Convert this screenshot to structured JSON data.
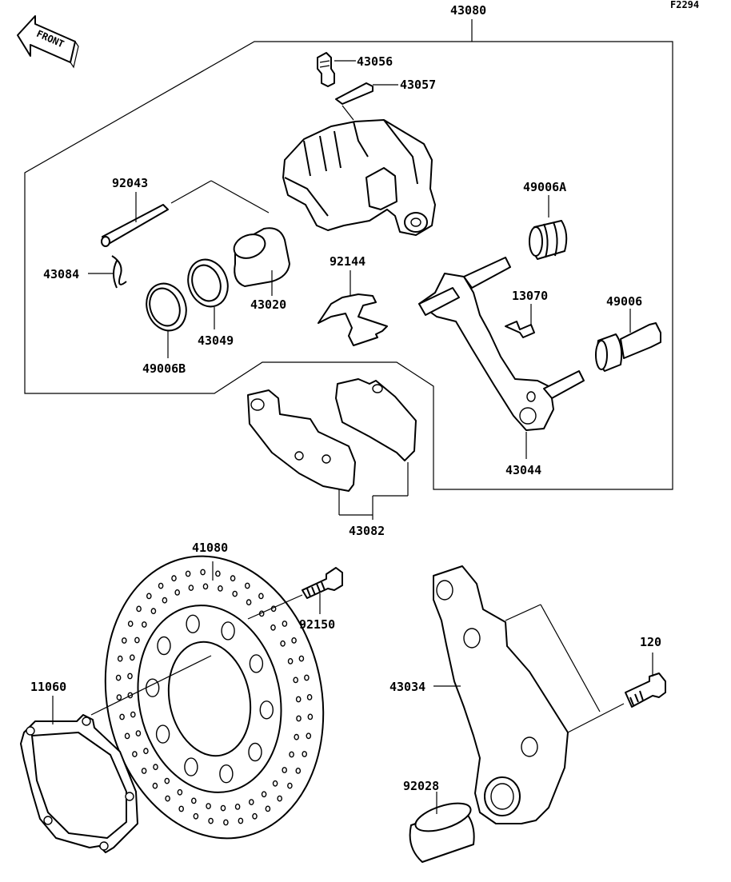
{
  "diagram_code": "F2294",
  "front_badge": "FRONT",
  "labels": {
    "p43080": "43080",
    "p43056": "43056",
    "p43057": "43057",
    "p92043": "92043",
    "p43084": "43084",
    "p43020": "43020",
    "p43049": "43049",
    "p49006B": "49006B",
    "p92144": "92144",
    "p49006A": "49006A",
    "p13070": "13070",
    "p49006": "49006",
    "p43044": "43044",
    "p43082": "43082",
    "p41080": "41080",
    "p92150": "92150",
    "p11060": "11060",
    "p43034": "43034",
    "p120": "120",
    "p92028": "92028"
  }
}
